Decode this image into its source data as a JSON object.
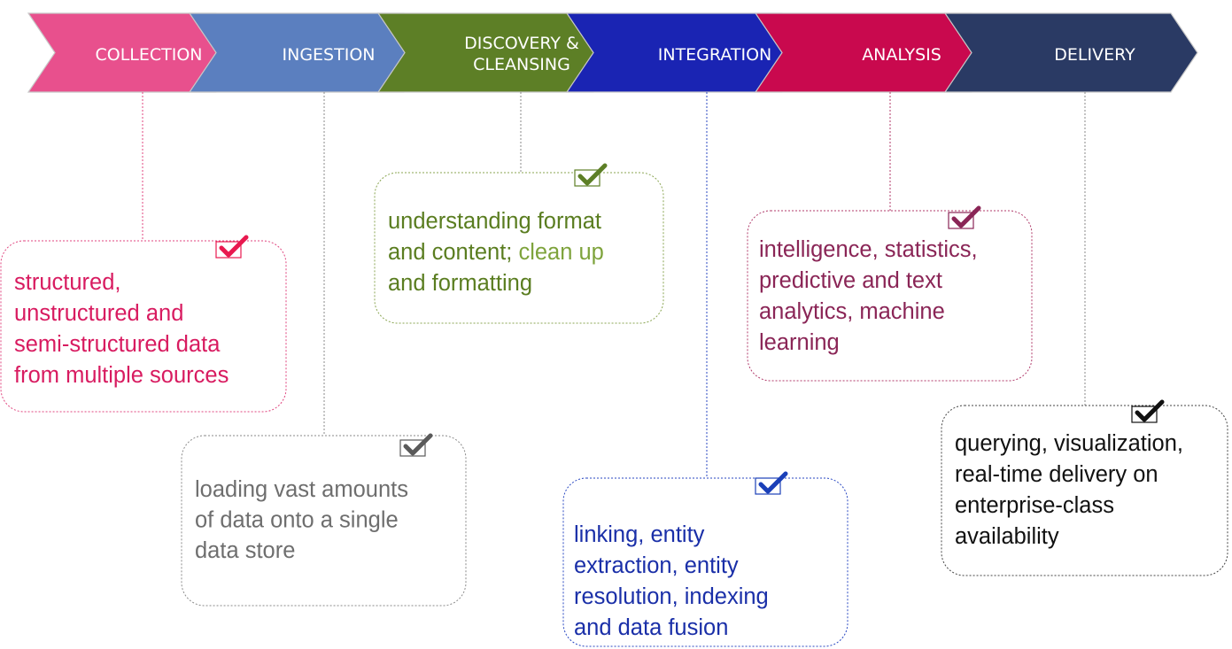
{
  "stages": [
    {
      "id": "collection",
      "label_lines": [
        "COLLECTION"
      ],
      "color": "#e8508d",
      "card_text_color": "#d81b60",
      "card_border_color": "#e0457f",
      "check_color": "#e8194f",
      "card_lines": [
        "structured,",
        "unstructured and",
        "semi-structured data",
        "from multiple sources"
      ]
    },
    {
      "id": "ingestion",
      "label_lines": [
        "INGESTION"
      ],
      "color": "#5b7fbf",
      "card_text_color": "#6e6e6e",
      "card_border_color": "#8a8a8a",
      "check_color": "#5a5a5a",
      "card_lines": [
        "loading vast amounts",
        "of data onto a single",
        "data store"
      ]
    },
    {
      "id": "discovery",
      "label_lines": [
        "DISCOVERY &",
        "CLEANSING"
      ],
      "color": "#5d7f26",
      "card_text_color": "#5a7d20",
      "card_text_color_secondary": "#7ea33c",
      "card_border_color": "#8aa552",
      "check_color": "#5d7f26",
      "card_lines": [
        [
          {
            "t": "understanding format",
            "c": "primary"
          }
        ],
        [
          {
            "t": "and content; ",
            "c": "primary"
          },
          {
            "t": "clean up",
            "c": "secondary"
          }
        ],
        [
          {
            "t": "and formatting",
            "c": "primary"
          }
        ]
      ]
    },
    {
      "id": "integration",
      "label_lines": [
        "INTEGRATION"
      ],
      "color": "#1a24b3",
      "card_text_color": "#1a2fa8",
      "card_border_color": "#2847c2",
      "check_color": "#1a3fb8",
      "card_lines": [
        "linking, entity",
        "extraction, entity",
        "resolution, indexing",
        "and data fusion"
      ]
    },
    {
      "id": "analysis",
      "label_lines": [
        "ANALYSIS"
      ],
      "color": "#c9094e",
      "card_text_color": "#8a2556",
      "card_border_color": "#b03a6a",
      "check_color": "#8a2556",
      "card_lines": [
        "intelligence, statistics,",
        "predictive and text",
        "analytics, machine",
        "learning"
      ]
    },
    {
      "id": "delivery",
      "label_lines": [
        "DELIVERY"
      ],
      "color": "#2a3a64",
      "card_text_color": "#111111",
      "card_border_color": "#444444",
      "check_color": "#111111",
      "card_lines": [
        "querying, visualization,",
        "real-time delivery on",
        "enterprise-class",
        "availability"
      ]
    }
  ]
}
